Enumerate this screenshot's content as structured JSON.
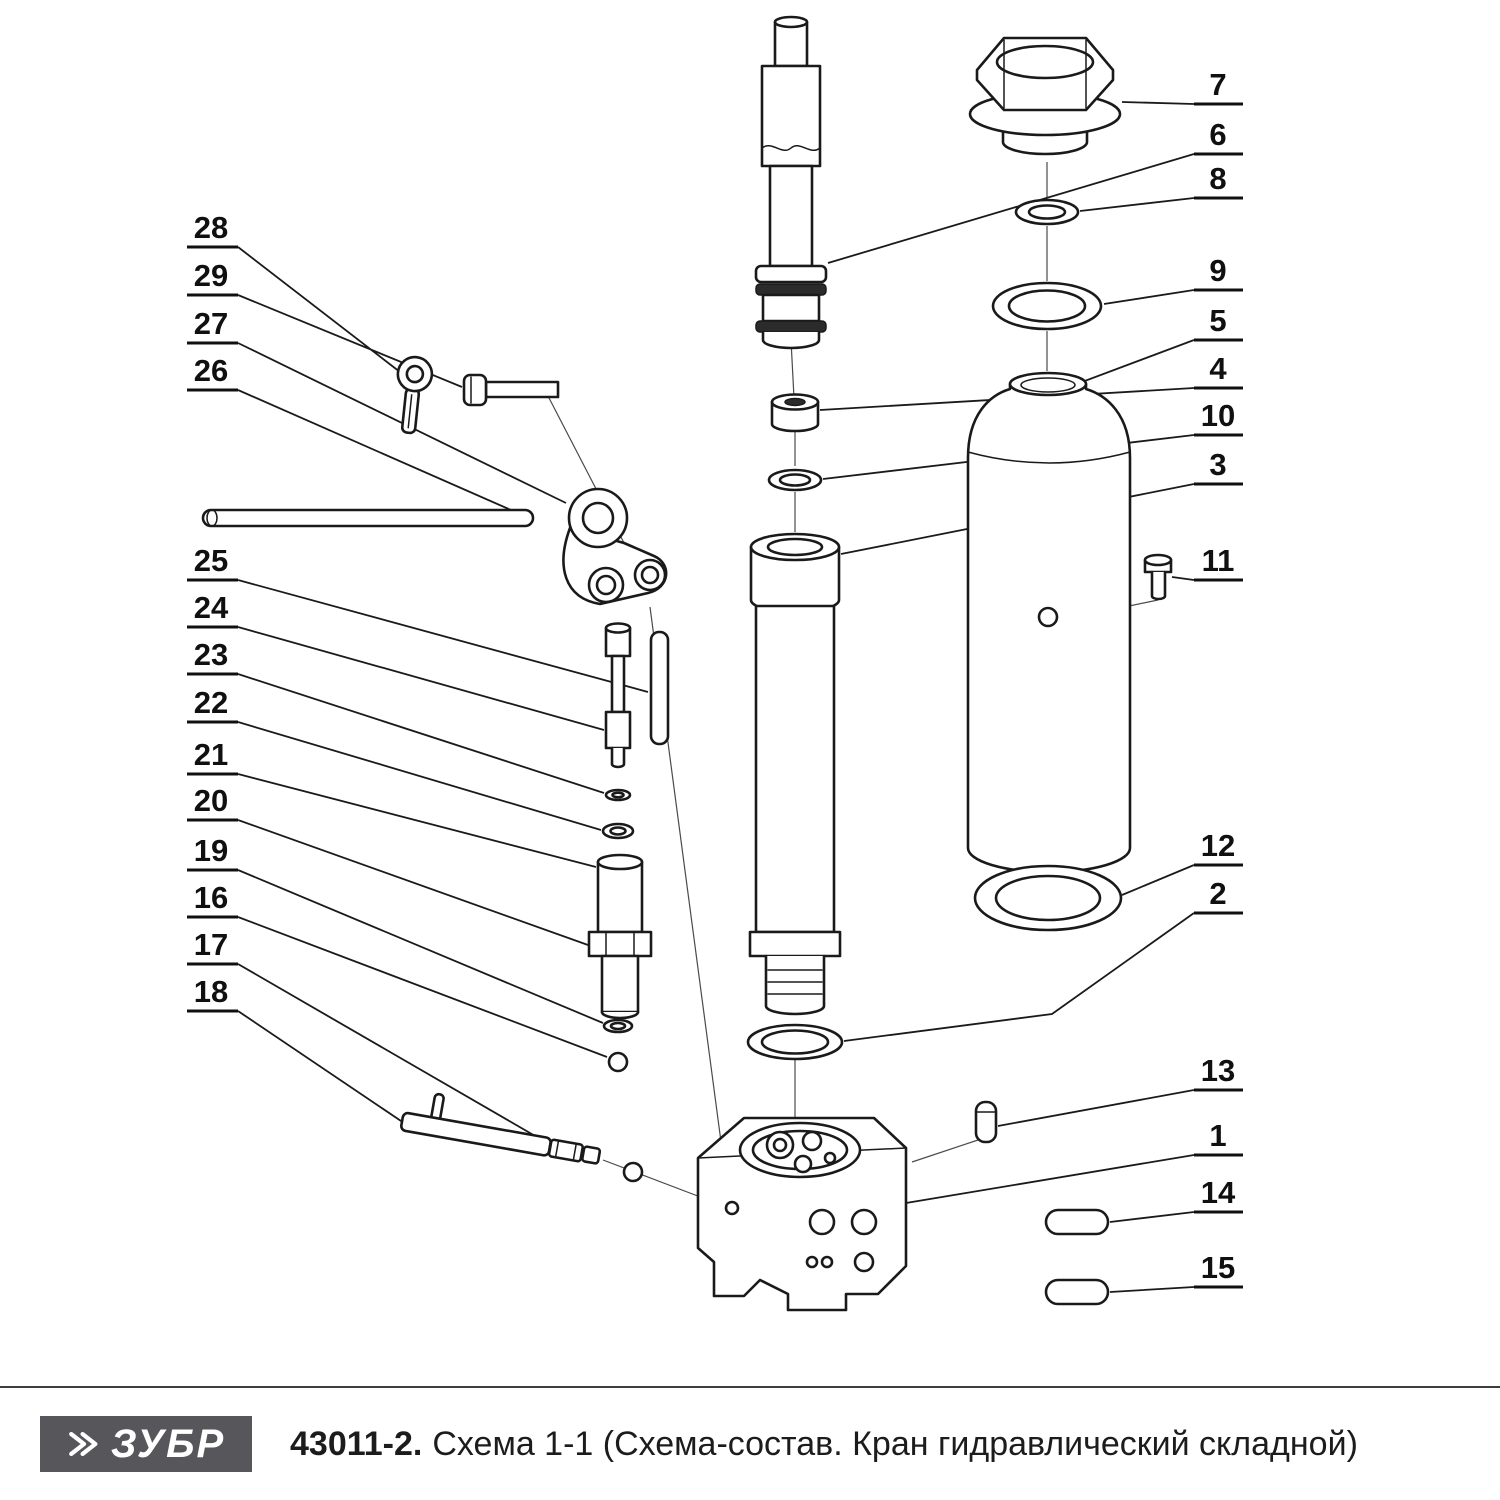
{
  "diagram": {
    "callouts": {
      "c1": "1",
      "c2": "2",
      "c3": "3",
      "c4": "4",
      "c5": "5",
      "c6": "6",
      "c7": "7",
      "c8": "8",
      "c9": "9",
      "c10": "10",
      "c11": "11",
      "c12": "12",
      "c13": "13",
      "c14": "14",
      "c15": "15",
      "c16": "16",
      "c17": "17",
      "c18": "18",
      "c19": "19",
      "c20": "20",
      "c21": "21",
      "c22": "22",
      "c23": "23",
      "c24": "24",
      "c25": "25",
      "c26": "26",
      "c27": "27",
      "c28": "28",
      "c29": "29"
    }
  },
  "footer": {
    "brand": "ЗУБР",
    "model": "43011-2.",
    "caption": "Схема 1-1 (Схема-состав. Кран гидравлический складной)"
  },
  "colors": {
    "ink": "#1a1a1a",
    "logo_bg": "#57575b"
  }
}
